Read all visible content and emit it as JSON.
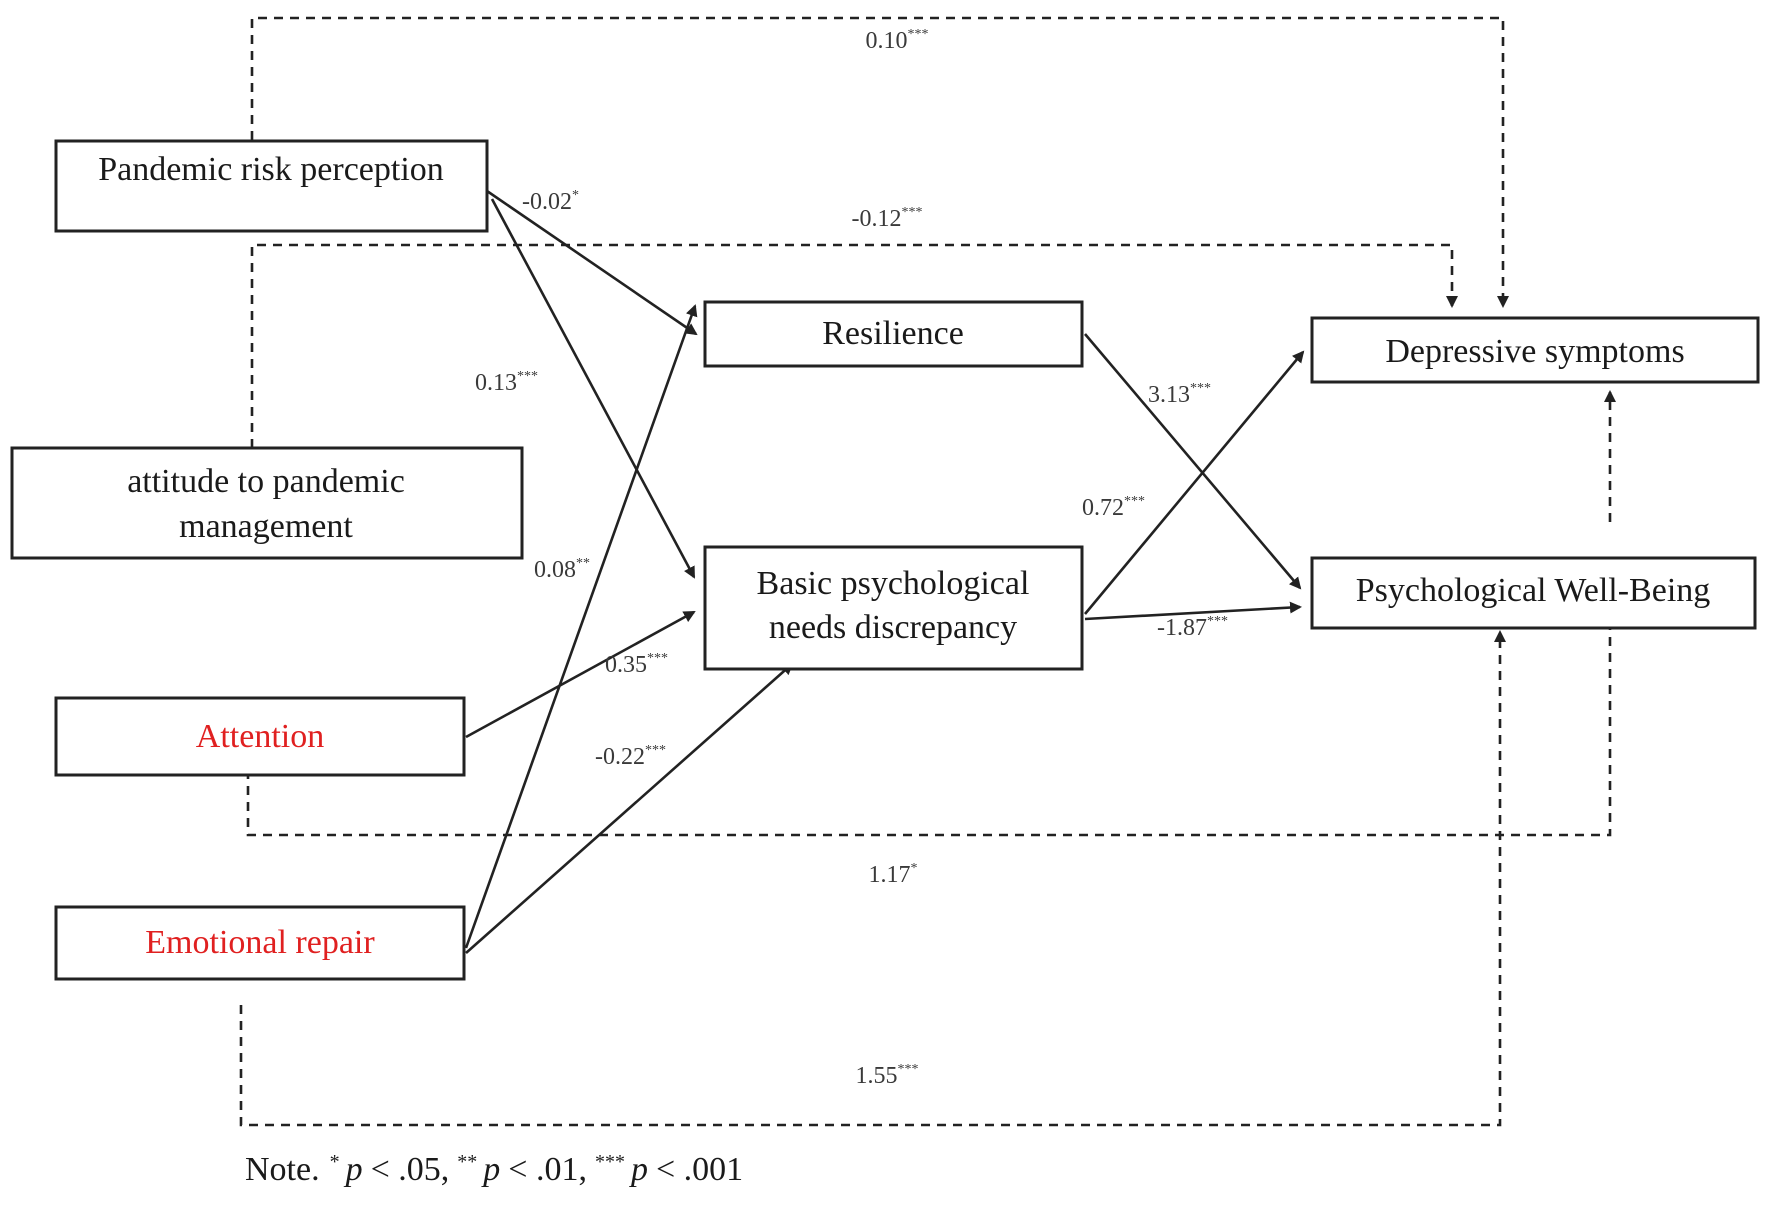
{
  "nodes": {
    "pandemic_risk": {
      "label": "Pandemic risk perception"
    },
    "attitude": {
      "label_line1": "attitude to pandemic",
      "label_line2": "management"
    },
    "attention": {
      "label": "Attention",
      "color": "#e02020"
    },
    "emotional_repair": {
      "label": "Emotional repair",
      "color": "#e02020"
    },
    "resilience": {
      "label": "Resilience"
    },
    "bpnd": {
      "label_line1": "Basic psychological",
      "label_line2": "needs discrepancy"
    },
    "depressive": {
      "label": "Depressive symptoms"
    },
    "pwb": {
      "label": "Psychological Well-Being"
    }
  },
  "paths": {
    "risk_to_depressive": {
      "value": "0.10",
      "stars": "***"
    },
    "risk_to_resilience": {
      "value": "-0.02",
      "stars": "*"
    },
    "attitude_to_depressive": {
      "value": "-0.12",
      "stars": "***"
    },
    "risk_to_bpnd": {
      "value": "0.13",
      "stars": "***"
    },
    "resilience_to_pwb": {
      "value": "3.13",
      "stars": "***"
    },
    "bpnd_to_depressive": {
      "value": "0.72",
      "stars": "***"
    },
    "emotional_to_resilience": {
      "value": "0.08",
      "stars": "**"
    },
    "bpnd_to_pwb": {
      "value": "-1.87",
      "stars": "***"
    },
    "attention_to_bpnd": {
      "value": "0.35",
      "stars": "***"
    },
    "emotional_to_bpnd": {
      "value": "-0.22",
      "stars": "***"
    },
    "attention_to_depressive": {
      "value": "1.17",
      "stars": "*"
    },
    "emotional_to_pwb": {
      "value": "1.55",
      "stars": "***"
    }
  },
  "note": {
    "prefix": "Note.",
    "items": [
      {
        "stars": "*",
        "p": "p",
        "rest": "< .05,"
      },
      {
        "stars": "**",
        "p": "p",
        "rest": "< .01,"
      },
      {
        "stars": "***",
        "p": "p",
        "rest": "< .001"
      }
    ]
  },
  "colors": {
    "line": "#222222",
    "red_label": "#e02020"
  }
}
